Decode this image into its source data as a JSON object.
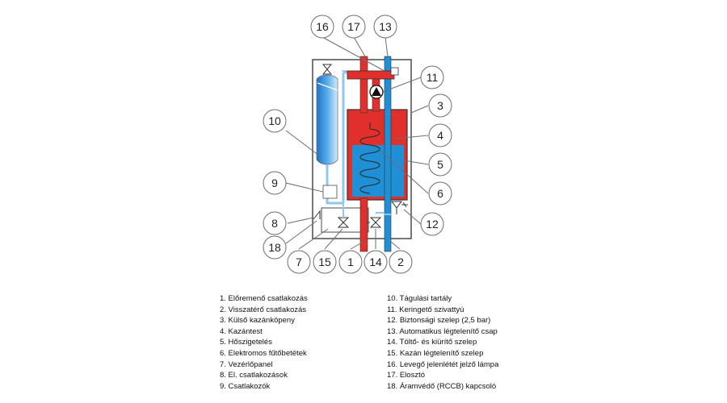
{
  "callouts": {
    "c16": "16",
    "c17": "17",
    "c13": "13",
    "c11": "11",
    "c3": "3",
    "c10": "10",
    "c4": "4",
    "c5": "5",
    "c6": "6",
    "c9": "9",
    "c12": "12",
    "c8": "8",
    "c18": "18",
    "c7": "7",
    "c15": "15",
    "c1": "1",
    "c14": "14",
    "c2": "2"
  },
  "legend_left": [
    "1. Előremenő csatlakozás",
    "2. Visszatérő csatlakozás",
    "3. Külső kazánköpeny",
    "4. Kazántest",
    "5. Hőszigetelés",
    "6. Elektromos fűtőbetétek",
    "7. Vezérlőpanel",
    "8.  El. csatlakozások",
    "9.  Csatlakozók"
  ],
  "legend_right": [
    "10. Tágulási tartály",
    "11. Keringető szivattyú",
    "12. Biztonsági szelep (2,5 bar)",
    "13. Automatikus légtelenítő csap",
    "14. Töltő- és kiürítő szelep",
    "15. Kazán légtelenítő szelep",
    "16. Levegő jelenlétét jelző lámpa",
    "17. Elosztó",
    "18. Áramvédő (RCCB) kapcsoló"
  ],
  "colors": {
    "hot": "#e1302c",
    "cold": "#1f8fd6",
    "outline": "#4a4a4a"
  }
}
